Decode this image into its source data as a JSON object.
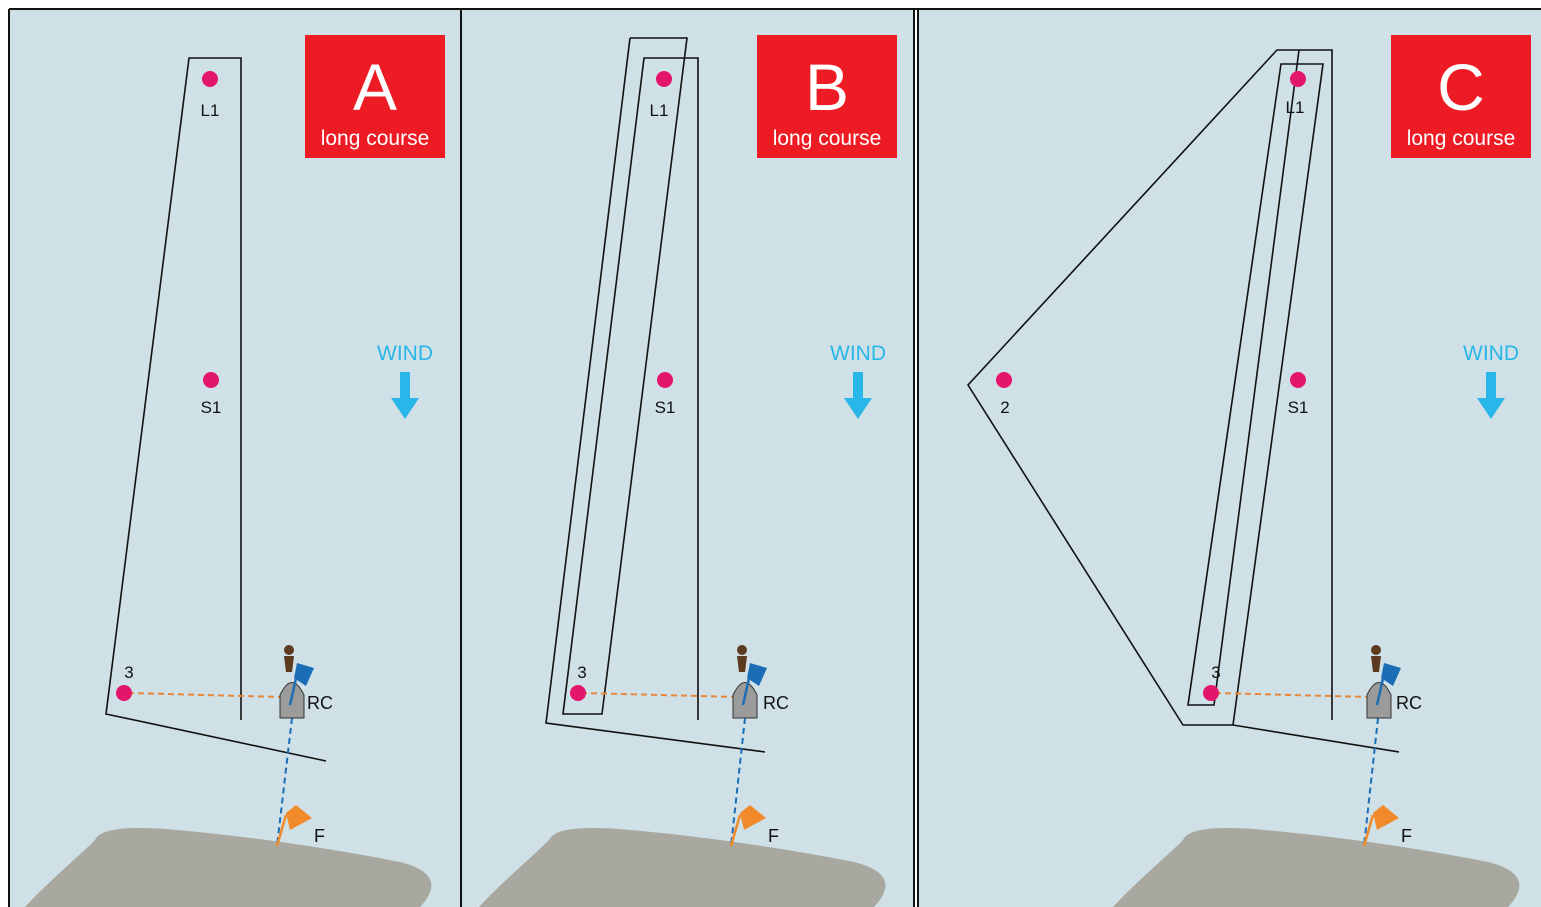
{
  "colors": {
    "water": "#cfe1e7",
    "badge": "#ed1c24",
    "mark": "#e4166b",
    "wind": "#29b6e8",
    "land": "#a8a8a0",
    "start_line": "#e8873a",
    "finish_line": "#1b6db5",
    "committee_flag": "#1b6db5",
    "finish_flag": "#f18a2a"
  },
  "icons": {
    "mark": "circle-buoy-icon",
    "wind": "down-arrow-icon",
    "committee_boat": "boat-icon",
    "committee_flag": "flag-icon",
    "finish_flag": "flag-icon",
    "person": "person-icon"
  },
  "panels": [
    {
      "letter": "A",
      "subtitle": "long course",
      "wind_label": "WIND",
      "committee_label": "RC",
      "finish_label": "F",
      "marks": [
        {
          "label": "L1"
        },
        {
          "label": "S1"
        },
        {
          "label": "3"
        }
      ]
    },
    {
      "letter": "B",
      "subtitle": "long course",
      "wind_label": "WIND",
      "committee_label": "RC",
      "finish_label": "F",
      "marks": [
        {
          "label": "L1"
        },
        {
          "label": "S1"
        },
        {
          "label": "3"
        }
      ]
    },
    {
      "letter": "C",
      "subtitle": "long course",
      "wind_label": "WIND",
      "committee_label": "RC",
      "finish_label": "F",
      "marks": [
        {
          "label": "L1"
        },
        {
          "label": "S1"
        },
        {
          "label": "2"
        },
        {
          "label": "3"
        }
      ]
    }
  ]
}
